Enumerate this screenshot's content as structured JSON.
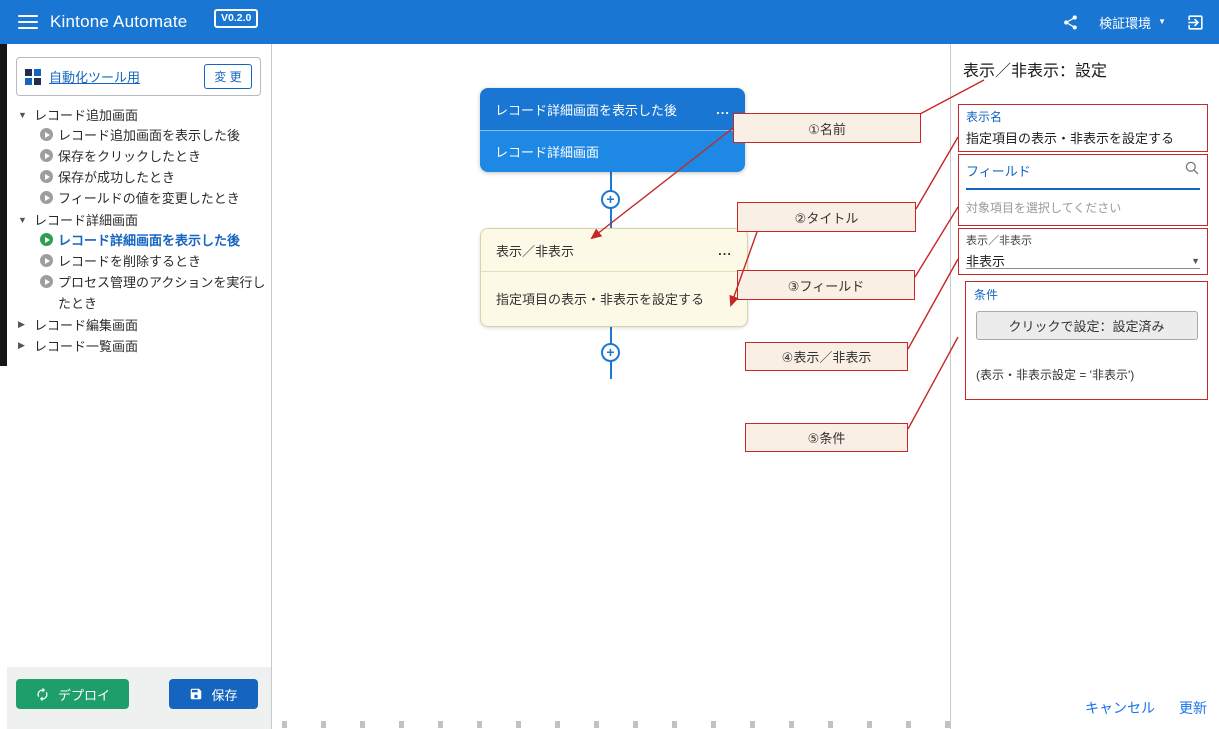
{
  "topbar": {
    "title": "Kintone Automate",
    "version": "V0.2.0",
    "env_label": "検証環境"
  },
  "sidebar": {
    "app_link": "自動化ツール用",
    "change_button": "変 更",
    "groups": [
      {
        "label": "レコード追加画面",
        "expanded": true,
        "children": [
          "レコード追加画面を表示した後",
          "保存をクリックしたとき",
          "保存が成功したとき",
          "フィールドの値を変更したとき"
        ]
      },
      {
        "label": "レコード詳細画面",
        "expanded": true,
        "children": [
          "レコード詳細画面を表示した後",
          "レコードを削除するとき",
          "プロセス管理のアクションを実行したとき"
        ]
      },
      {
        "label": "レコード編集画面",
        "expanded": false,
        "children": []
      },
      {
        "label": "レコード一覧画面",
        "expanded": false,
        "children": []
      }
    ],
    "deploy_button": "デプロイ",
    "save_button": "保存"
  },
  "canvas": {
    "trigger_node": {
      "title": "レコード詳細画面を表示した後",
      "body": "レコード詳細画面",
      "menu": "..."
    },
    "action_node": {
      "title": "表示／非表示",
      "body": "指定項目の表示・非表示を設定する",
      "menu": "..."
    },
    "callouts": [
      "①名前",
      "②タイトル",
      "③フィールド",
      "④表示／非表示",
      "⑤条件"
    ]
  },
  "panel": {
    "title": "表示／非表示：設定",
    "display_name": {
      "label": "表示名",
      "value": "指定項目の表示・非表示を設定する"
    },
    "field": {
      "label": "フィールド",
      "helper": "対象項目を選択してください"
    },
    "visibility": {
      "label": "表示／非表示",
      "value": "非表示"
    },
    "condition": {
      "label": "条件",
      "button": "クリックで設定：設定済み",
      "expression": "(表示・非表示設定 = '非表示')"
    },
    "cancel": "キャンセル",
    "update": "更新"
  },
  "icons": {
    "hamburger": "three-bars",
    "share": "share-nodes",
    "logout": "exit-arrow",
    "search": "magnifier",
    "caret_down": "▼",
    "expanded": "▼",
    "collapsed": "▶",
    "add_step": "+",
    "deploy": "sync-arrows",
    "save": "floppy-disk",
    "event": "play-circle"
  },
  "colors": {
    "topbar_blue": "#1976D2",
    "node_blue": "#1E88E5",
    "node_yellow": "#FCFAE6",
    "annotation_red": "#C62828",
    "deploy_green": "#1E9E6B",
    "save_blue": "#1565C0",
    "link_blue": "#1A73E8",
    "selected_green": "#2E9E4F"
  }
}
